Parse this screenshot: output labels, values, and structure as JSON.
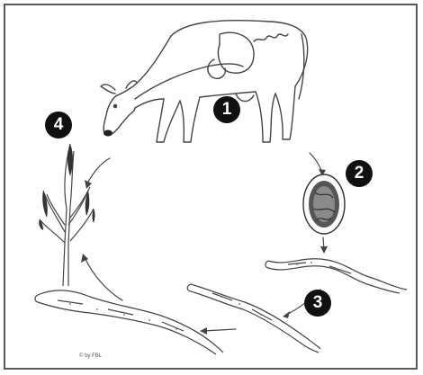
{
  "stages": [
    {
      "id": "1",
      "label": "1"
    },
    {
      "id": "2",
      "label": "2"
    },
    {
      "id": "3",
      "label": "3"
    },
    {
      "id": "4",
      "label": "4"
    }
  ],
  "copyright": "© by FBL",
  "colors": {
    "line": "#444444",
    "badge": "#111111",
    "frame": "#5a5a5a"
  }
}
